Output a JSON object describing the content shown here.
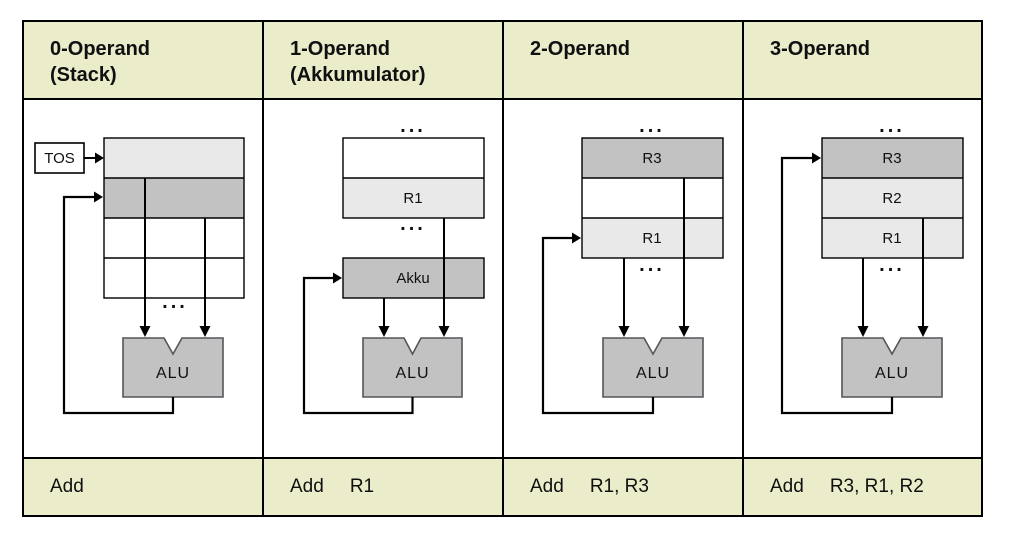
{
  "colors": {
    "header_band_bg": "#eaecca",
    "register_light_gray": "#e9e9e9",
    "register_mid_gray": "#c2c2c2",
    "alu_fill": "#c2c2c2",
    "border": "#000000"
  },
  "dots": "...",
  "columns": [
    {
      "header_line1": "0-Operand",
      "header_line2": "(Stack)",
      "tos_label": "TOS",
      "alu_label": "ALU",
      "instruction_mnemonic": "Add",
      "instruction_operands": ""
    },
    {
      "header_line1": "1-Operand",
      "header_line2": "(Akkumulator)",
      "register_label": "R1",
      "akku_label": "Akku",
      "alu_label": "ALU",
      "instruction_mnemonic": "Add",
      "instruction_operands": "R1"
    },
    {
      "header_line1": "2-Operand",
      "header_line2": "",
      "register_top_label": "R3",
      "register_bottom_label": "R1",
      "alu_label": "ALU",
      "instruction_mnemonic": "Add",
      "instruction_operands": "R1, R3"
    },
    {
      "header_line1": "3-Operand",
      "header_line2": "",
      "register_top_label": "R3",
      "register_mid_label": "R2",
      "register_bottom_label": "R1",
      "alu_label": "ALU",
      "instruction_mnemonic": "Add",
      "instruction_operands": "R3, R1, R2"
    }
  ]
}
